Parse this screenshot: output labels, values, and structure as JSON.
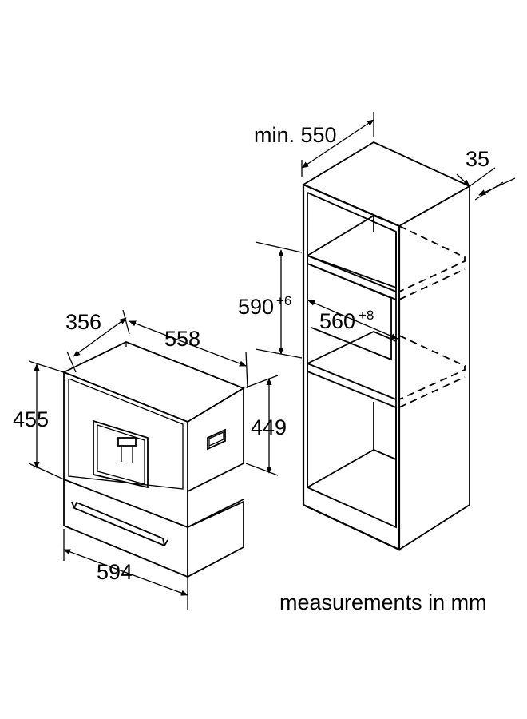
{
  "dimensions": {
    "appliance_depth": "356",
    "appliance_depth_outer": "558",
    "appliance_height": "455",
    "niche_height_449": "449",
    "appliance_width": "594",
    "cabinet_depth_label": "min. 550",
    "panel_thickness": "35",
    "niche_height": "590",
    "niche_height_tol": "+6",
    "niche_width": "560",
    "niche_width_tol": "+8"
  },
  "note": "measurements in mm"
}
